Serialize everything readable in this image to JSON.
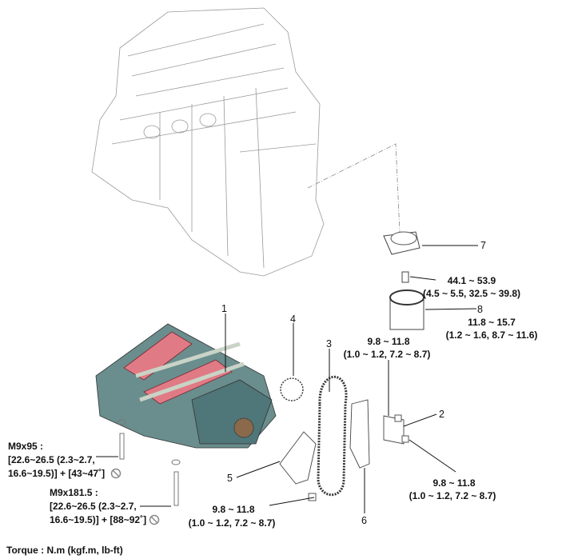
{
  "callouts": {
    "c1": "1",
    "c2": "2",
    "c3": "3",
    "c4": "4",
    "c5": "5",
    "c6": "6",
    "c7": "7",
    "c8": "8"
  },
  "torques": {
    "drain_plug": {
      "line1": "44.1 ~ 53.9",
      "line2": "(4.5 ~ 5.5, 32.5 ~ 39.8)"
    },
    "oil_filter": {
      "line1": "11.8 ~ 15.7",
      "line2": "(1.2 ~ 1.6, 8.7 ~ 11.6)"
    },
    "upper_bolt": {
      "line1": "9.8 ~ 11.8",
      "line2": "(1.0 ~ 1.2, 7.2 ~ 8.7)"
    },
    "right_bolt": {
      "line1": "9.8 ~ 11.8",
      "line2": "(1.0 ~ 1.2, 7.2 ~ 8.7)"
    },
    "lower_bolt": {
      "line1": "9.8 ~ 11.8",
      "line2": "(1.0 ~ 1.2, 7.2 ~ 8.7)"
    },
    "m9x95": {
      "line1": "M9x95 :",
      "line2": "[22.6~26.5 (2.3~2.7,",
      "line3": "16.6~19.5)] + [43~47˚]"
    },
    "m9x181": {
      "line1": "M9x181.5 :",
      "line2": "[22.6~26.5 (2.3~2.7,",
      "line3": "16.6~19.5)] + [88~92˚]"
    }
  },
  "footer": {
    "torque_units": "Torque : N.m (kgf.m, lb-ft)"
  },
  "colors": {
    "module_teal": "#5f8a8a",
    "gasket_pink": "#e07a85",
    "outline_gray": "#9a9a9a"
  }
}
